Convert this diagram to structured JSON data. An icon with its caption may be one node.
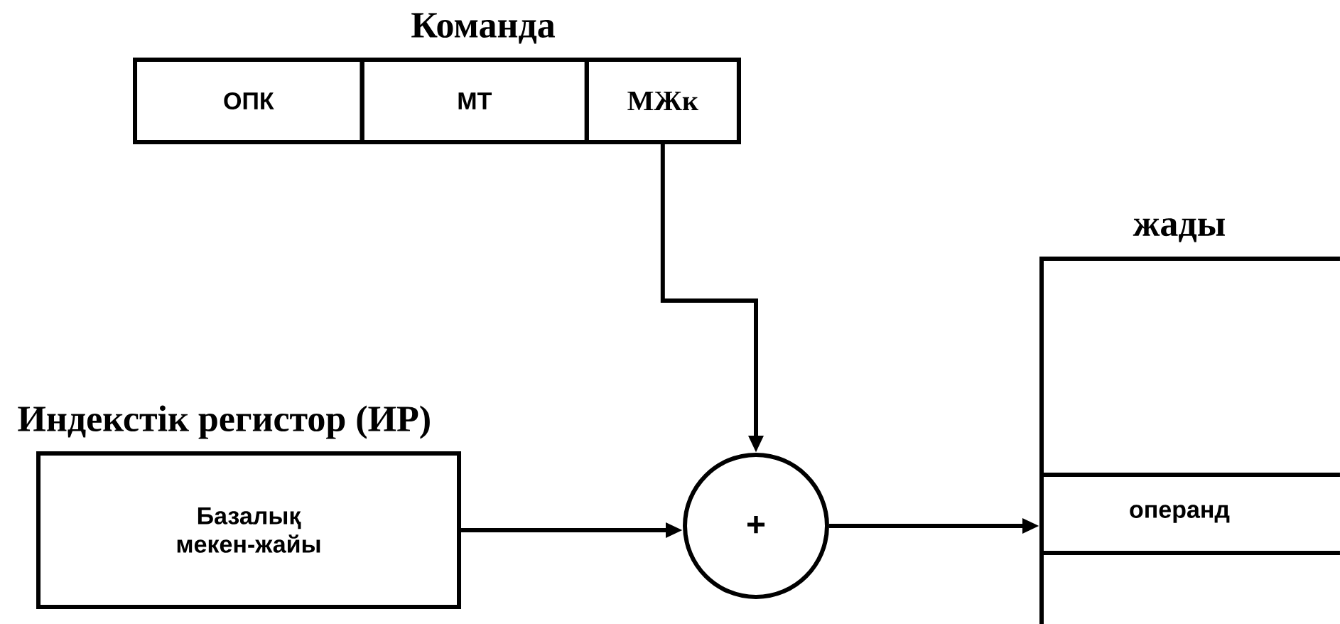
{
  "diagram": {
    "nodes": [
      {
        "text": [
          "Команда"
        ]
      },
      {
        "text": [
          "ОПК"
        ],
        "in": 0
      },
      {
        "text": [
          "МТ"
        ],
        "in": 0
      },
      {
        "text": [
          "МЖк"
        ],
        "in": 0
      },
      {
        "text": [
          "Индекстік регистор (ИР)",
          "Базалық мекен-жайы"
        ]
      },
      {
        "text": [
          "+"
        ]
      },
      {
        "text": [
          "жады"
        ]
      },
      {
        "text": [
          "операнд"
        ],
        "in": 6
      }
    ],
    "edges": [
      {
        "from": 3,
        "to": 5,
        "arrow": "to"
      },
      {
        "from": 4,
        "to": 5,
        "arrow": "to"
      },
      {
        "from": 5,
        "to": 7,
        "arrow": "to"
      }
    ]
  }
}
